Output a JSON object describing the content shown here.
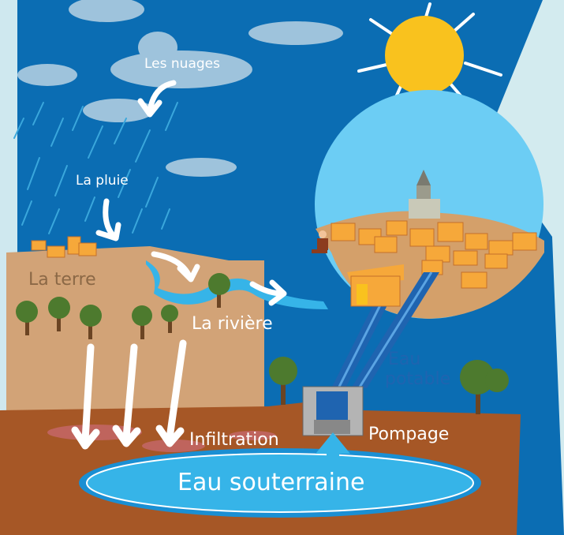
{
  "labels": {
    "clouds": "Les nuages",
    "rain": "La pluie",
    "land": "La terre",
    "river": "La rivière",
    "drinking_water_line1": "Eau",
    "drinking_water_line2": "potable",
    "infiltration": "Infiltration",
    "pumping": "Pompage",
    "groundwater": "Eau souterraine"
  },
  "colors": {
    "sky": "#0b6db3",
    "water_light": "#36b4e8",
    "land": "#d2a377",
    "soil": "#a65726",
    "sun": "#f9c21e",
    "pipe": "#1f64b0",
    "pump_house": "#f6a83a"
  }
}
